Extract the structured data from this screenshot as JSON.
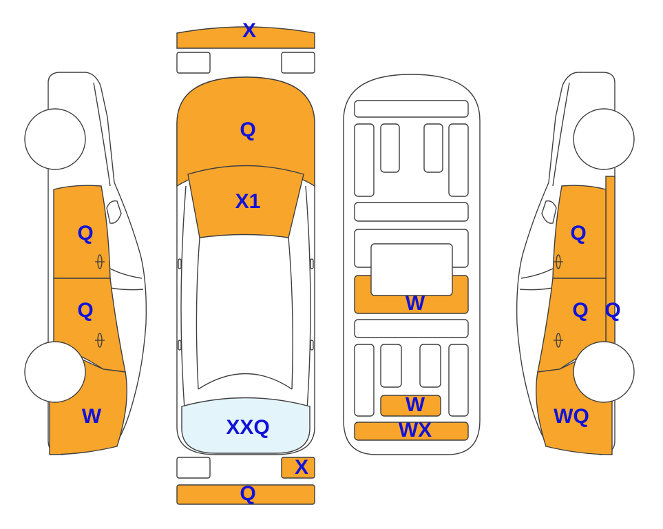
{
  "colors": {
    "damage": "#f8a52c",
    "glass": "#e3f4fb",
    "outline": "#3f3f3f",
    "label": "#1212d8",
    "background": "#ffffff"
  },
  "labels": {
    "front_bumper": "X",
    "hood": "Q",
    "windshield": "X1",
    "rear_window": "XXQ",
    "rear_right_part": "X",
    "rear_bumper": "Q",
    "floor_middle": "W",
    "floor_rear": "W",
    "floor_back": "WX",
    "left_front_door": "Q",
    "left_rear_door": "Q",
    "left_quarter": "W",
    "right_front_door": "Q",
    "right_rear_door": "Q",
    "right_pillar": "Q",
    "right_quarter": "WQ"
  }
}
